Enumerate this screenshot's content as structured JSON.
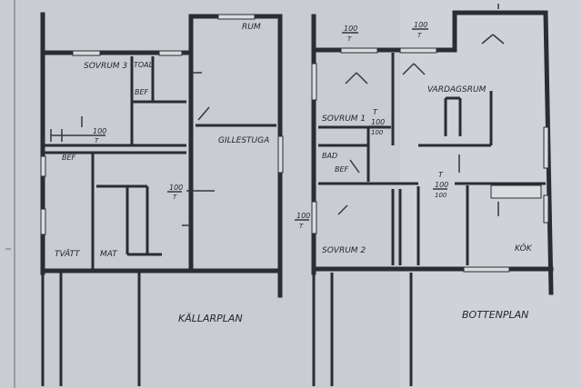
{
  "plan_labels": {
    "kallarplan": {
      "floor_title": "KÄLLARPLAN",
      "sovrum3": "SOVRUM 3",
      "toal": "TOAL",
      "bef1": "BEF",
      "rum": "RUM",
      "gillestuga": "GILLESTUGA",
      "bef2": "BEF",
      "tvatt": "TVÄTT",
      "mat": "MAT",
      "height_a_num": "100",
      "height_a_den": "T",
      "height_b_num": "100",
      "height_b_den": "T"
    },
    "bottenplan": {
      "floor_title": "BOTTENPLAN",
      "vardagsrum": "VARDAGSRUM",
      "sovrum1": "SOVRUM 1",
      "bad": "BAD",
      "bef": "BEF",
      "sovrum2": "SOVRUM 2",
      "kok": "KÖK",
      "top_num_a": "100",
      "top_den_a": "T",
      "top_num_b": "100",
      "top_den_b": "T",
      "t_label_1": "T",
      "height_c_num": "100",
      "height_c_den": "100",
      "t_label_2": "T",
      "height_d_num": "100",
      "height_d_den": "100",
      "left_num": "100",
      "left_den": "T"
    }
  },
  "colors": {
    "paper": "#c9ccd1",
    "ink": "#2a2d33"
  }
}
